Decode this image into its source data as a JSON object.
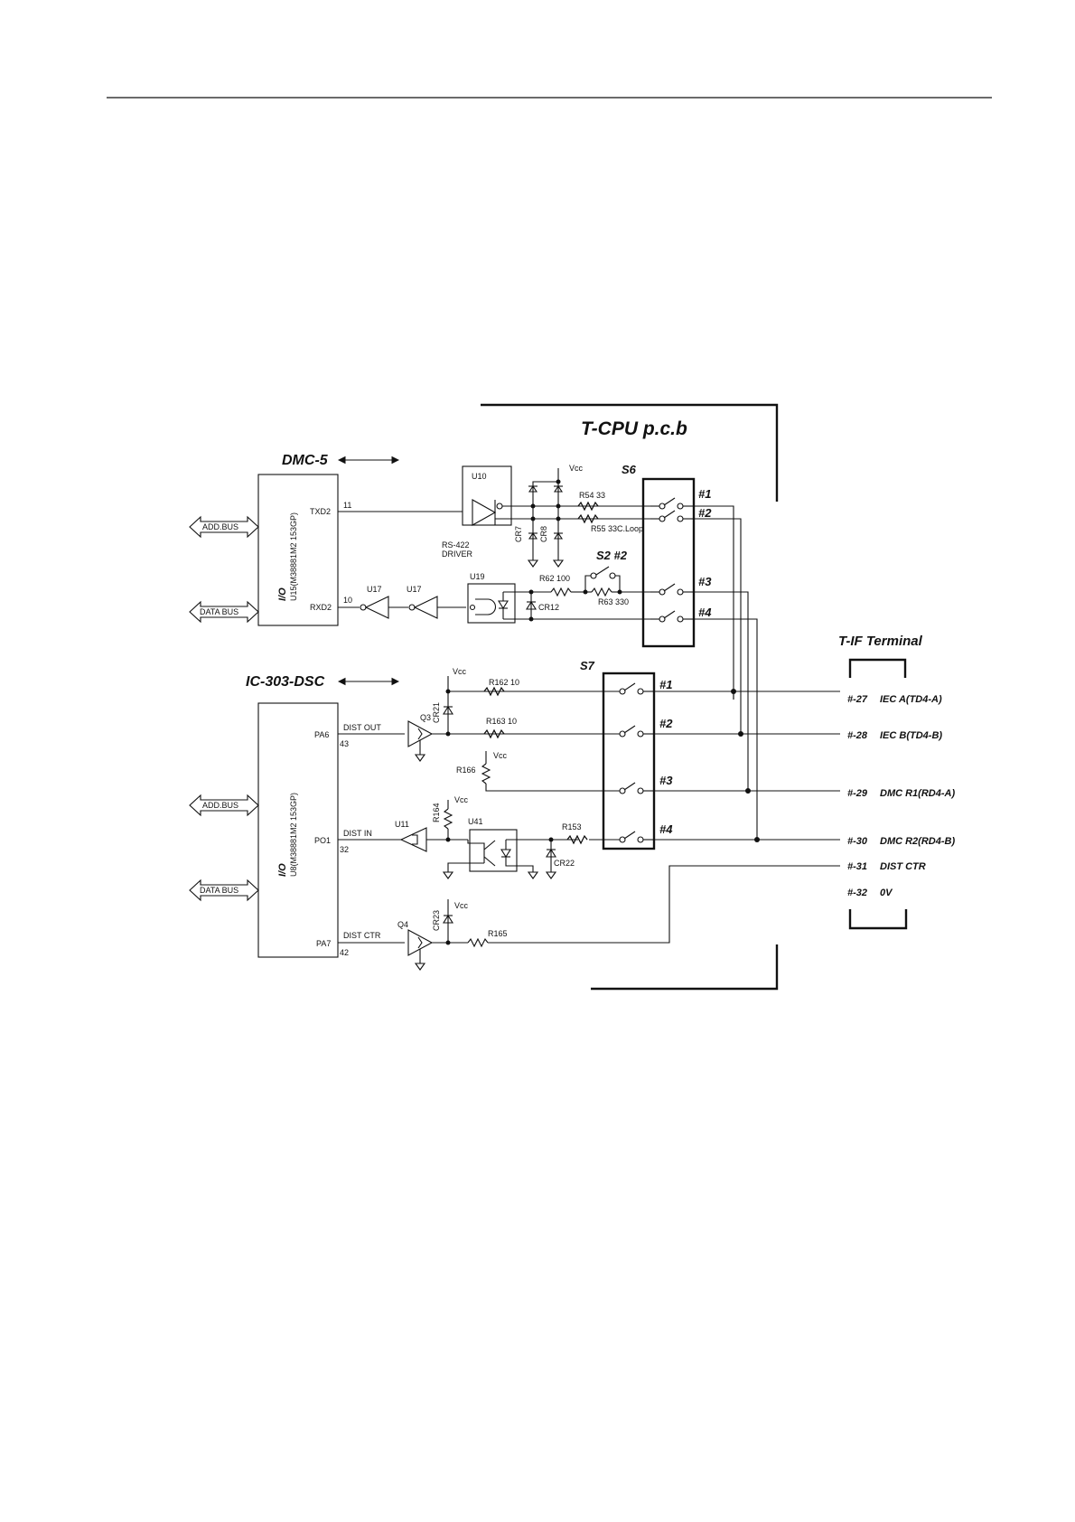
{
  "header": {
    "board_label": "T-CPU p.c.b"
  },
  "dmc5": {
    "title": "DMC-5",
    "ic_name": "I/O",
    "ic_part": "U15(M38881M2 153GP)",
    "add_bus": "ADD.BUS",
    "data_bus": "DATA BUS",
    "txd_pin": "11",
    "txd_label": "TXD2",
    "rxd_pin": "10",
    "rxd_label": "RXD2",
    "u10": "U10",
    "rs422_line1": "RS-422",
    "rs422_line2": "DRIVER",
    "vcc": "Vcc",
    "cr7": "CR7",
    "cr8": "CR8",
    "r54": "R54 33",
    "r55": "R55 33C.Loop",
    "u17a": "U17",
    "u17b": "U17",
    "u19": "U19",
    "r62": "R62 100",
    "r63": "R63 330",
    "cr12": "CR12",
    "s2": "S2 #2",
    "s6": "S6"
  },
  "dsc": {
    "title": "IC-303-DSC",
    "ic_name": "I/O",
    "ic_part": "U8(M38881M2 153GP)",
    "add_bus": "ADD.BUS",
    "data_bus": "DATA BUS",
    "pa6": "PA6",
    "pa6_pin": "43",
    "dist_out": "DIST OUT",
    "po1": "PO1",
    "po1_pin": "32",
    "dist_in": "DIST IN",
    "pa7": "PA7",
    "pa7_pin": "42",
    "dist_ctr": "DIST CTR",
    "q3": "Q3",
    "q4": "Q4",
    "u11": "U11",
    "u41": "U41",
    "vcc1": "Vcc",
    "vcc2": "Vcc",
    "vcc3": "Vcc",
    "vcc4": "Vcc",
    "cr21": "CR21",
    "cr22": "CR22",
    "cr23": "CR23",
    "r162": "R162 10",
    "r163": "R163 10",
    "r166": "R166",
    "r164": "R164",
    "r153": "R153",
    "r165": "R165",
    "s7": "S7"
  },
  "switch_pins": {
    "s6": [
      "#1",
      "#2",
      "#3",
      "#4"
    ],
    "s7": [
      "#1",
      "#2",
      "#3",
      "#4"
    ]
  },
  "terminal": {
    "title": "T-IF Terminal",
    "rows": [
      {
        "num": "#-27",
        "desc": "IEC A(TD4-A)"
      },
      {
        "num": "#-28",
        "desc": "IEC B(TD4-B)"
      },
      {
        "num": "#-29",
        "desc": "DMC R1(RD4-A)"
      },
      {
        "num": "#-30",
        "desc": "DMC R2(RD4-B)"
      },
      {
        "num": "#-31",
        "desc": "DIST CTR"
      },
      {
        "num": "#-32",
        "desc": "0V"
      }
    ]
  }
}
